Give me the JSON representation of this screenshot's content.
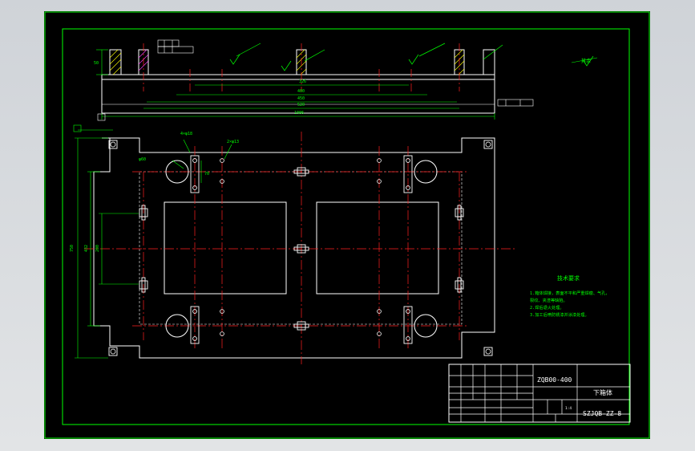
{
  "colors": {
    "background": "#000000",
    "frame": "#00ff00",
    "outline": "#ffffff",
    "centerline": "#ff2020",
    "dimension": "#00ff00",
    "hatch": "#ffff00",
    "tolerance": "#00ffff"
  },
  "title_block": {
    "product_code": "ZQB00-400",
    "part_name": "下箱体",
    "drawing_number": "SZJQB-ZZ-8",
    "scale": "1:4"
  },
  "tech_notes": {
    "title": "技术要求",
    "lines": [
      "1.箱体焊接，表面不平和严重焊瘤、气孔，",
      "  裂纹、夹渣等缺陷。",
      "2.焊后退火处理。",
      "3.加工后喷防锈漆并涂漆处理。"
    ]
  },
  "roughness_note": "其余"
}
